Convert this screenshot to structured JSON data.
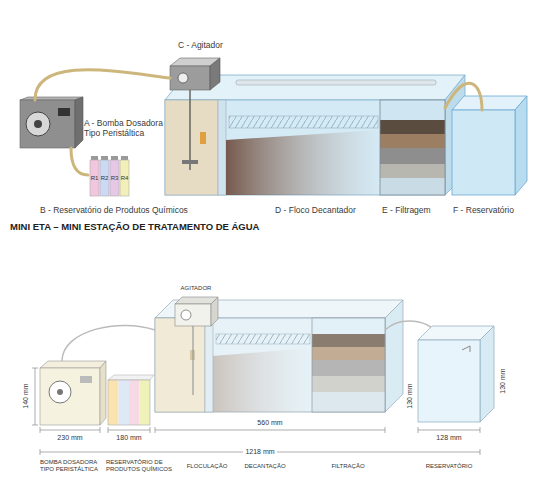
{
  "diagram": {
    "title": "MINI ETA – MINI ESTAÇÃO DE TRATAMENTO DE ÁGUA",
    "nodes": [
      {
        "text": [
          "A - Bomba Dosadora Tipo Peristáltica"
        ]
      },
      {
        "text": [
          "B - Reservatório de Produtos Químicos"
        ]
      },
      {
        "text": [
          "C - Agitador"
        ]
      },
      {
        "text": [
          "D - Floco Decantador"
        ]
      },
      {
        "text": [
          "E - Filtragem"
        ]
      },
      {
        "text": [
          "F - Reservatório"
        ]
      }
    ],
    "edges": [
      {
        "from": 1,
        "to": 0,
        "arrow": "none"
      },
      {
        "from": 0,
        "to": 2,
        "arrow": "none"
      },
      {
        "from": 4,
        "to": 5,
        "arrow": "none"
      }
    ],
    "labels": [
      "R1",
      "R2",
      "R3",
      "R4",
      "AGITADOR",
      "140 mm",
      "230 mm",
      "180 mm",
      "560 mm",
      "130 mm",
      "128 mm",
      "130 mm",
      "1218 mm",
      "BOMBA DOSADORA TIPO PERISTÁLTICA",
      "RESERVATÓRIO DE PRODUTOS QUÍMICOS",
      "FLOCULAÇÃO",
      "DECANTAÇÃO",
      "FILTRAÇÃO",
      "RESERVATÓRIO"
    ]
  }
}
